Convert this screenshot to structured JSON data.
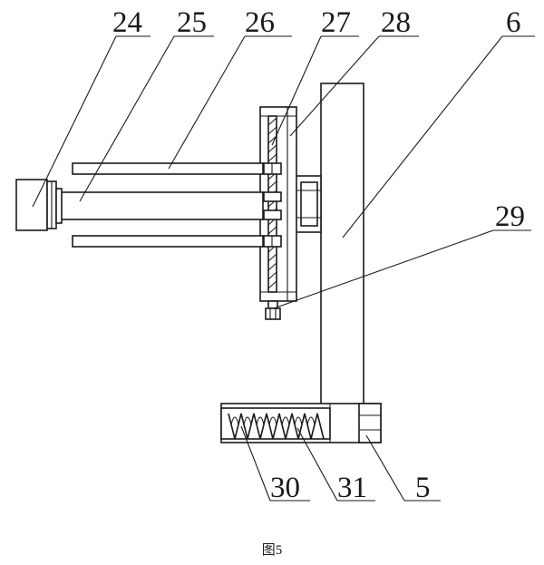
{
  "figure": {
    "caption": "图5",
    "labels": {
      "l24": "24",
      "l25": "25",
      "l26": "26",
      "l27": "27",
      "l28": "28",
      "l6": "6",
      "l29": "29",
      "l30": "30",
      "l31": "31",
      "l5": "5"
    }
  }
}
